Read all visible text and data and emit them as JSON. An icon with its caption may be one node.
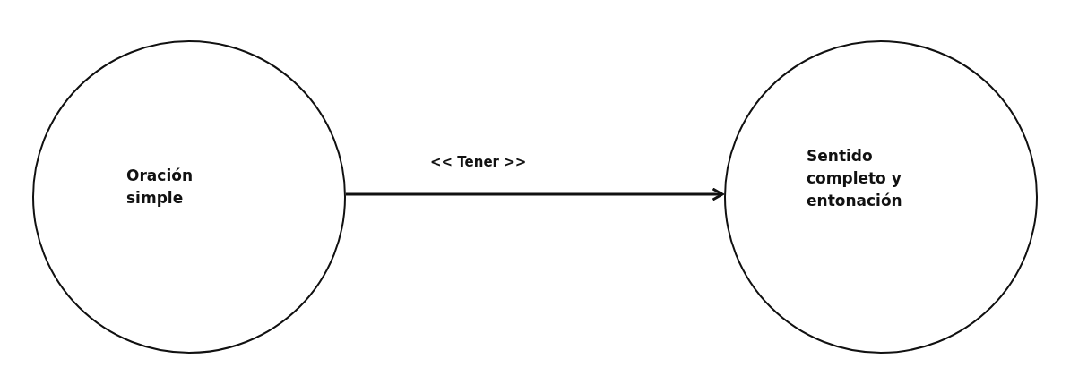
{
  "diagram": {
    "nodes": [
      {
        "text": [
          "Oración simple"
        ]
      },
      {
        "text": [
          "Sentido completo y entonación"
        ]
      }
    ],
    "edges": [
      {
        "from": 0,
        "to": 1,
        "arrow": "to",
        "label": "<< Tener >>"
      }
    ]
  }
}
